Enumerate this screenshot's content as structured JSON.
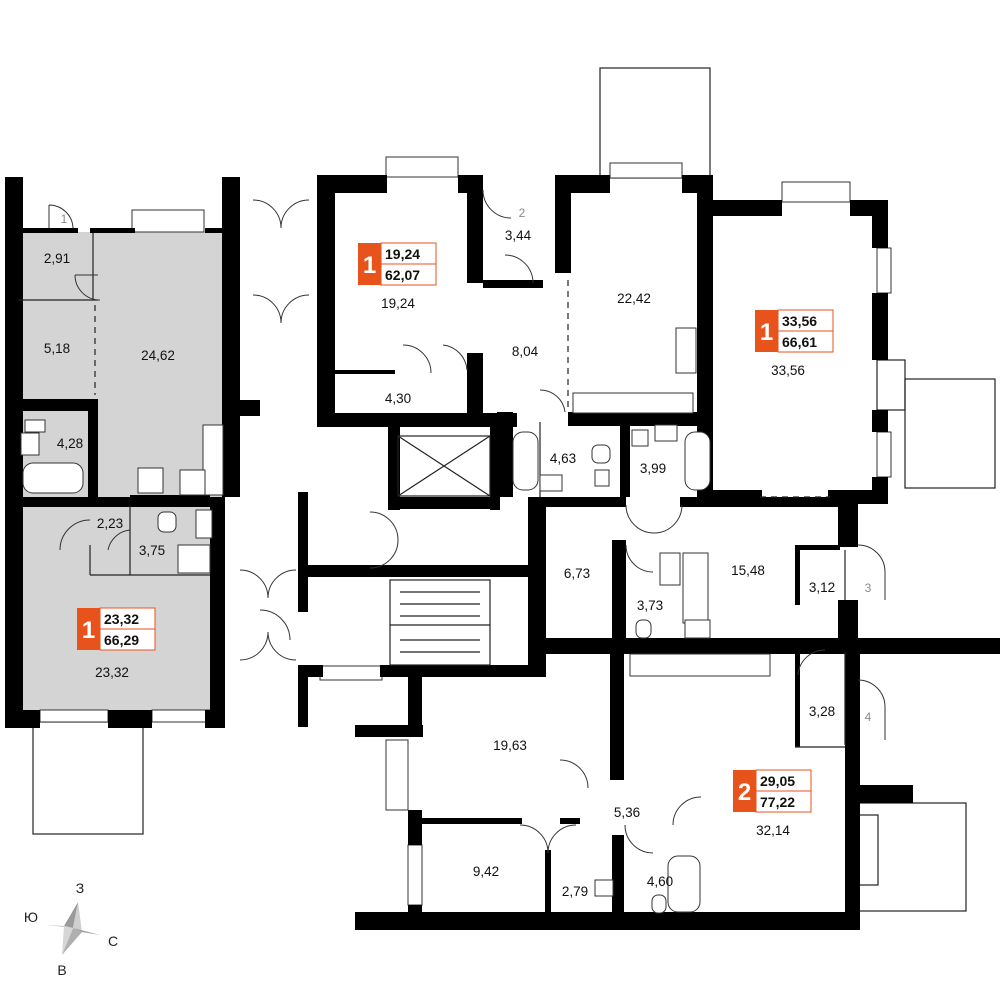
{
  "colors": {
    "wall": "#000000",
    "highlight_fill": "#d4d4d4",
    "badge_accent": "#e8531c",
    "text": "#111111",
    "entrance_text": "#8a8a8a"
  },
  "rooms": [
    {
      "id": "l-hall",
      "label": "2,91"
    },
    {
      "id": "l-room-small",
      "label": "5,18"
    },
    {
      "id": "l-living",
      "label": "24,62"
    },
    {
      "id": "l-bath",
      "label": "4,28"
    },
    {
      "id": "l-corr",
      "label": "2,23"
    },
    {
      "id": "l-wc",
      "label": "3,75"
    },
    {
      "id": "l-bedroom",
      "label": "23,32"
    },
    {
      "id": "c-room",
      "label": "19,24"
    },
    {
      "id": "c-hall",
      "label": "4,30"
    },
    {
      "id": "c-vest",
      "label": "3,44"
    },
    {
      "id": "c-corr",
      "label": "8,04"
    },
    {
      "id": "c-kitchen",
      "label": "22,42"
    },
    {
      "id": "c-bath1",
      "label": "4,63"
    },
    {
      "id": "c-bath2",
      "label": "3,99"
    },
    {
      "id": "r-room",
      "label": "33,56"
    },
    {
      "id": "m-hall",
      "label": "6,73"
    },
    {
      "id": "m-kitchen",
      "label": "15,48"
    },
    {
      "id": "m-bath",
      "label": "3,73"
    },
    {
      "id": "m-vest1",
      "label": "3,12"
    },
    {
      "id": "m-vest2",
      "label": "3,28"
    },
    {
      "id": "b-room1",
      "label": "19,63"
    },
    {
      "id": "b-corr",
      "label": "5,36"
    },
    {
      "id": "b-room2",
      "label": "9,42"
    },
    {
      "id": "b-bath1",
      "label": "2,79"
    },
    {
      "id": "b-bath2",
      "label": "4,60"
    },
    {
      "id": "b-living",
      "label": "32,14"
    }
  ],
  "entrances": [
    {
      "id": "e1",
      "label": "1"
    },
    {
      "id": "e2",
      "label": "2"
    },
    {
      "id": "e3",
      "label": "3"
    },
    {
      "id": "e4",
      "label": "4"
    }
  ],
  "badges": [
    {
      "id": "b-top-center",
      "rooms": "1",
      "living": "19,24",
      "total": "62,07"
    },
    {
      "id": "b-top-right",
      "rooms": "1",
      "living": "33,56",
      "total": "66,61"
    },
    {
      "id": "b-left",
      "rooms": "1",
      "living": "23,32",
      "total": "66,29"
    },
    {
      "id": "b-bottom",
      "rooms": "2",
      "living": "29,05",
      "total": "77,22"
    }
  ],
  "compass": {
    "north": "З",
    "west": "Ю",
    "east": "С",
    "south": "В"
  }
}
